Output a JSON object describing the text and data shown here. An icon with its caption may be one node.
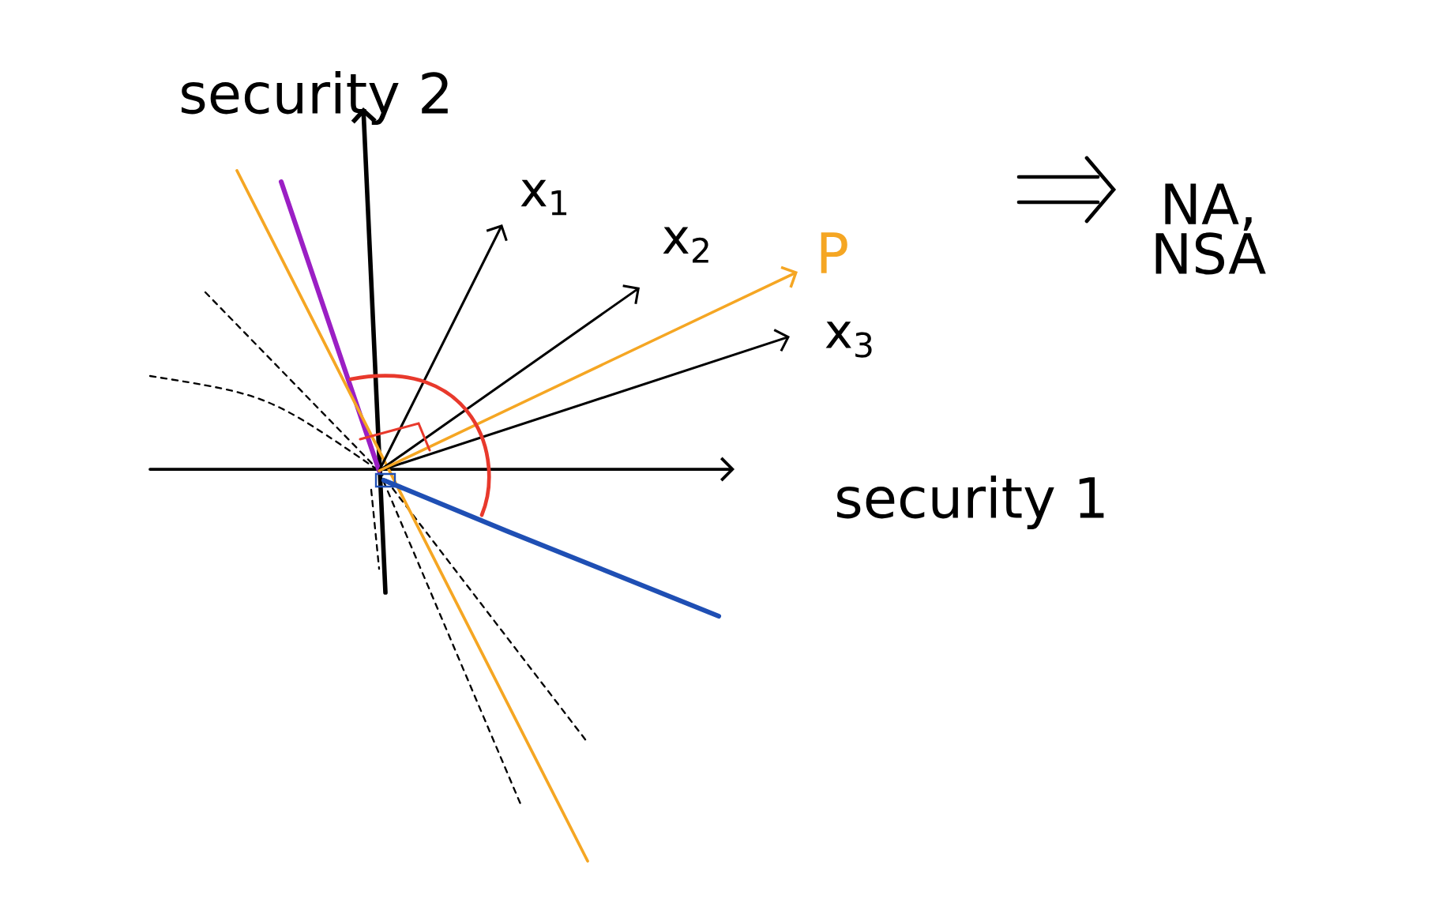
{
  "diagram": {
    "labels": [
      "security 2",
      "x$_{1}$",
      "x$_{2}$",
      "P",
      "x$_{3}$",
      "NA, NSA",
      "security 1"
    ]
  }
}
